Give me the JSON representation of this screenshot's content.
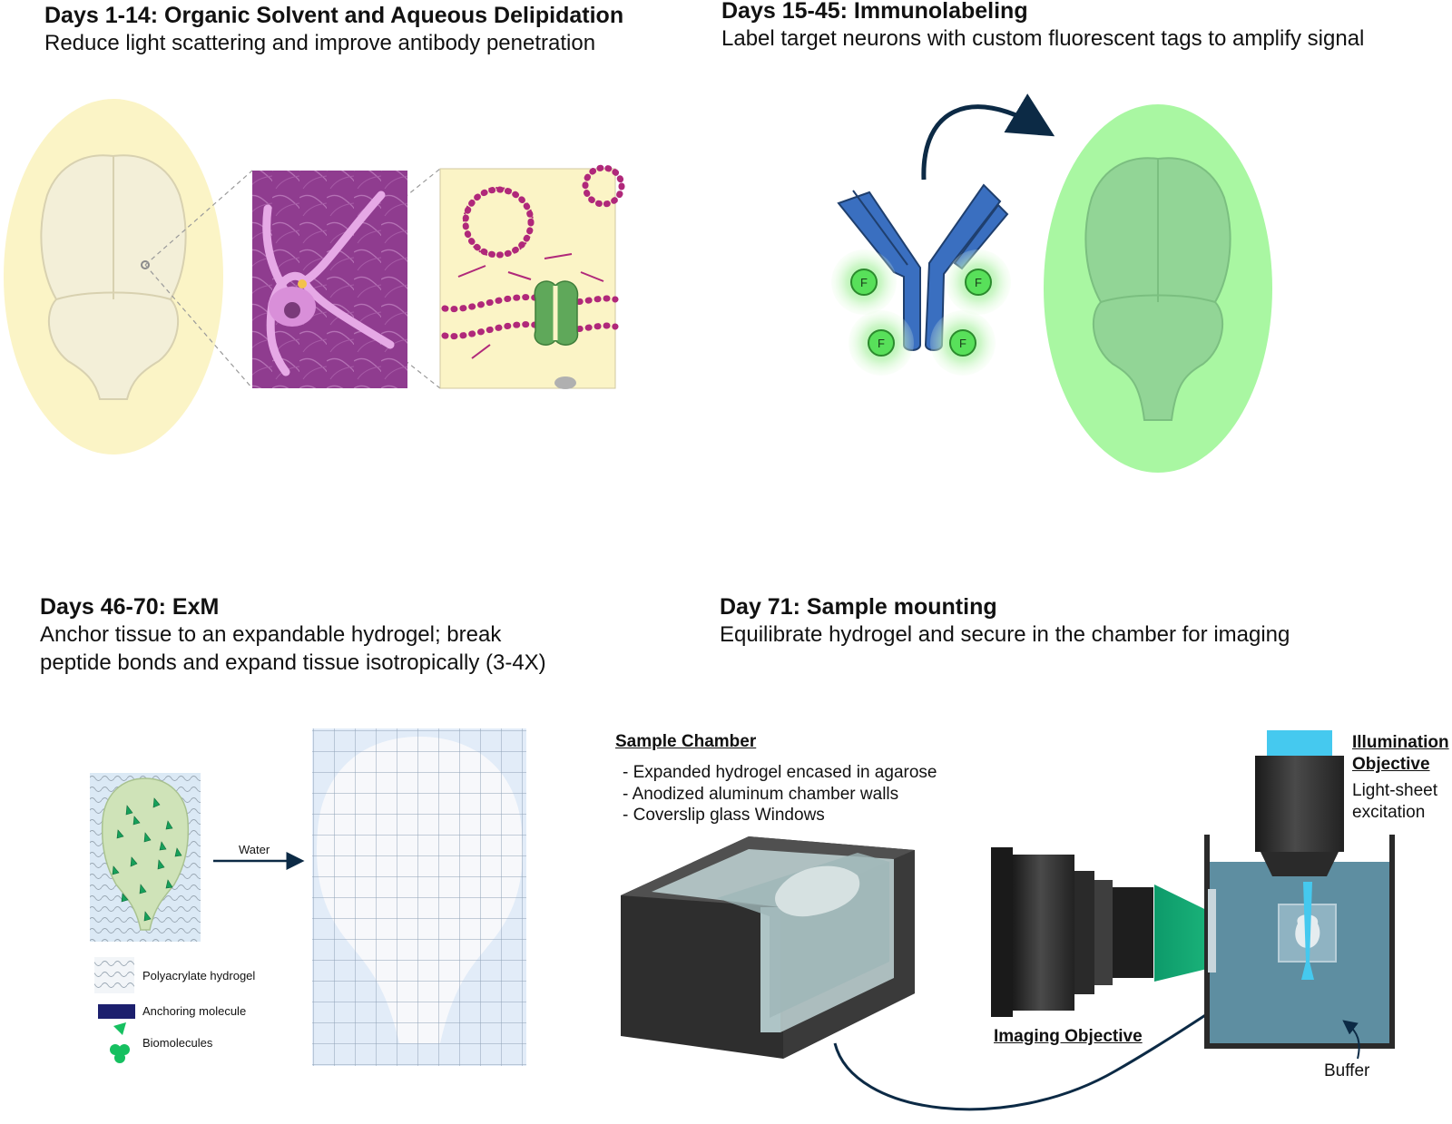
{
  "panels": {
    "p1": {
      "title": "Days 1-14: Organic Solvent and Aqueous Delipidation",
      "subtitle": "Reduce light scattering and improve antibody penetration"
    },
    "p2": {
      "title": "Days 15-45: Immunolabeling",
      "subtitle": "Label target neurons with custom fluorescent tags to amplify signal"
    },
    "p3": {
      "title": "Days 46-70: ExM",
      "subtitle_line1": "Anchor tissue to an expandable hydrogel; break",
      "subtitle_line2": "peptide bonds and expand tissue isotropically (3-4X)"
    },
    "p4": {
      "title": "Day 71: Sample mounting",
      "subtitle": "Equilibrate hydrogel and secure in the chamber for imaging"
    }
  },
  "antibody": {
    "fluor_tag": "F"
  },
  "exm": {
    "arrow_label": "Water",
    "legend": [
      {
        "label": "Polyacrylate hydrogel",
        "icon": "hydrogel-swatch-icon"
      },
      {
        "label": "Anchoring molecule",
        "icon": "anchor-bar-icon"
      },
      {
        "label": "Biomolecules",
        "icon": "biomolecule-icon"
      }
    ]
  },
  "mounting": {
    "chamber_heading": "Sample Chamber",
    "chamber_items": [
      "Expanded hydrogel encased in agarose",
      "Anodized aluminum chamber walls",
      "Coverslip glass Windows"
    ],
    "imaging_objective": "Imaging Objective",
    "illumination_heading_1": "Illumination",
    "illumination_heading_2": "Objective",
    "illumination_desc_1": "Light-sheet",
    "illumination_desc_2": "excitation",
    "buffer": "Buffer"
  },
  "colors": {
    "brain_halo_yellow": "#fbf4c6",
    "brain_halo_green": "#a9f7a2",
    "antibody_blue": "#3a6fc0",
    "fluor_green": "#58e05a",
    "neuron_purple": "#a64aa6",
    "lipid_magenta": "#b0287a",
    "light_sheet_green": "#14b07a",
    "laser_cyan": "#45c9ef",
    "chamber_water": "#5e8ea1",
    "dark_navy": "#0c2a45"
  }
}
